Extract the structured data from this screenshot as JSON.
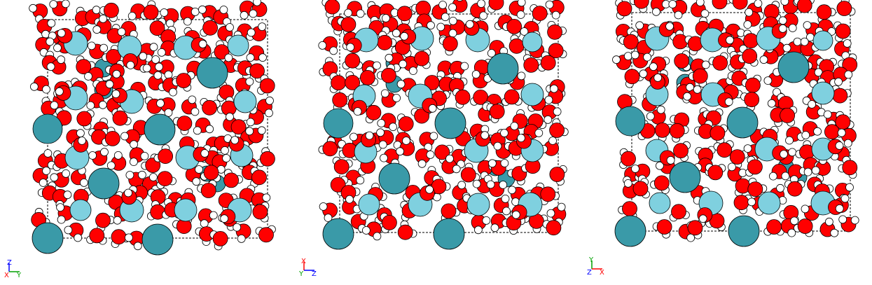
{
  "colors": {
    "oxygen": "#ff0000",
    "hydrogen": "#ffffff",
    "ion_light": "#7fd0df",
    "ion_dark": "#3a9aa8",
    "cell_border": "#000000",
    "axis_x": "#ff0000",
    "axis_y": "#00a000",
    "axis_z": "#0000ff"
  },
  "panels": [
    {
      "axes": {
        "horizontal": "Y",
        "horizontal_color": "#00a000",
        "vertical": "Z",
        "vertical_color": "#0000ff",
        "out_of_plane": "X",
        "out_of_plane_color": "#ff0000"
      }
    },
    {
      "axes": {
        "horizontal": "Z",
        "horizontal_color": "#0000ff",
        "vertical": "X",
        "vertical_color": "#ff0000",
        "out_of_plane": "Y",
        "out_of_plane_color": "#00a000"
      }
    },
    {
      "axes": {
        "horizontal": "X",
        "horizontal_color": "#ff0000",
        "vertical": "Y",
        "vertical_color": "#00a000",
        "out_of_plane": "Z",
        "out_of_plane_color": "#0000ff"
      }
    }
  ]
}
